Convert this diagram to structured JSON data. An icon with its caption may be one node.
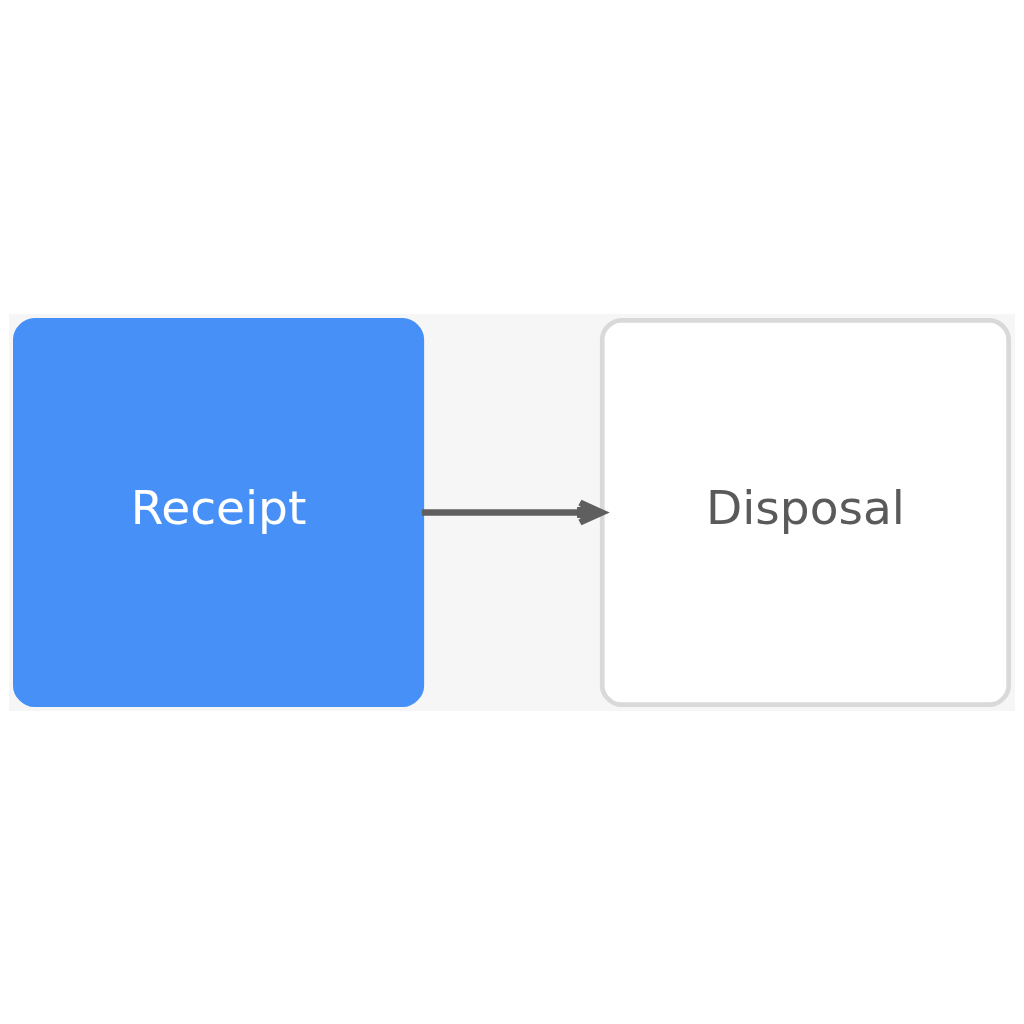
{
  "diagram": {
    "nodes": [
      {
        "text": [
          "Receipt"
        ]
      },
      {
        "text": [
          "Disposal"
        ]
      }
    ],
    "edges": [
      {
        "from": 0,
        "to": 1,
        "arrow": "to"
      }
    ]
  }
}
